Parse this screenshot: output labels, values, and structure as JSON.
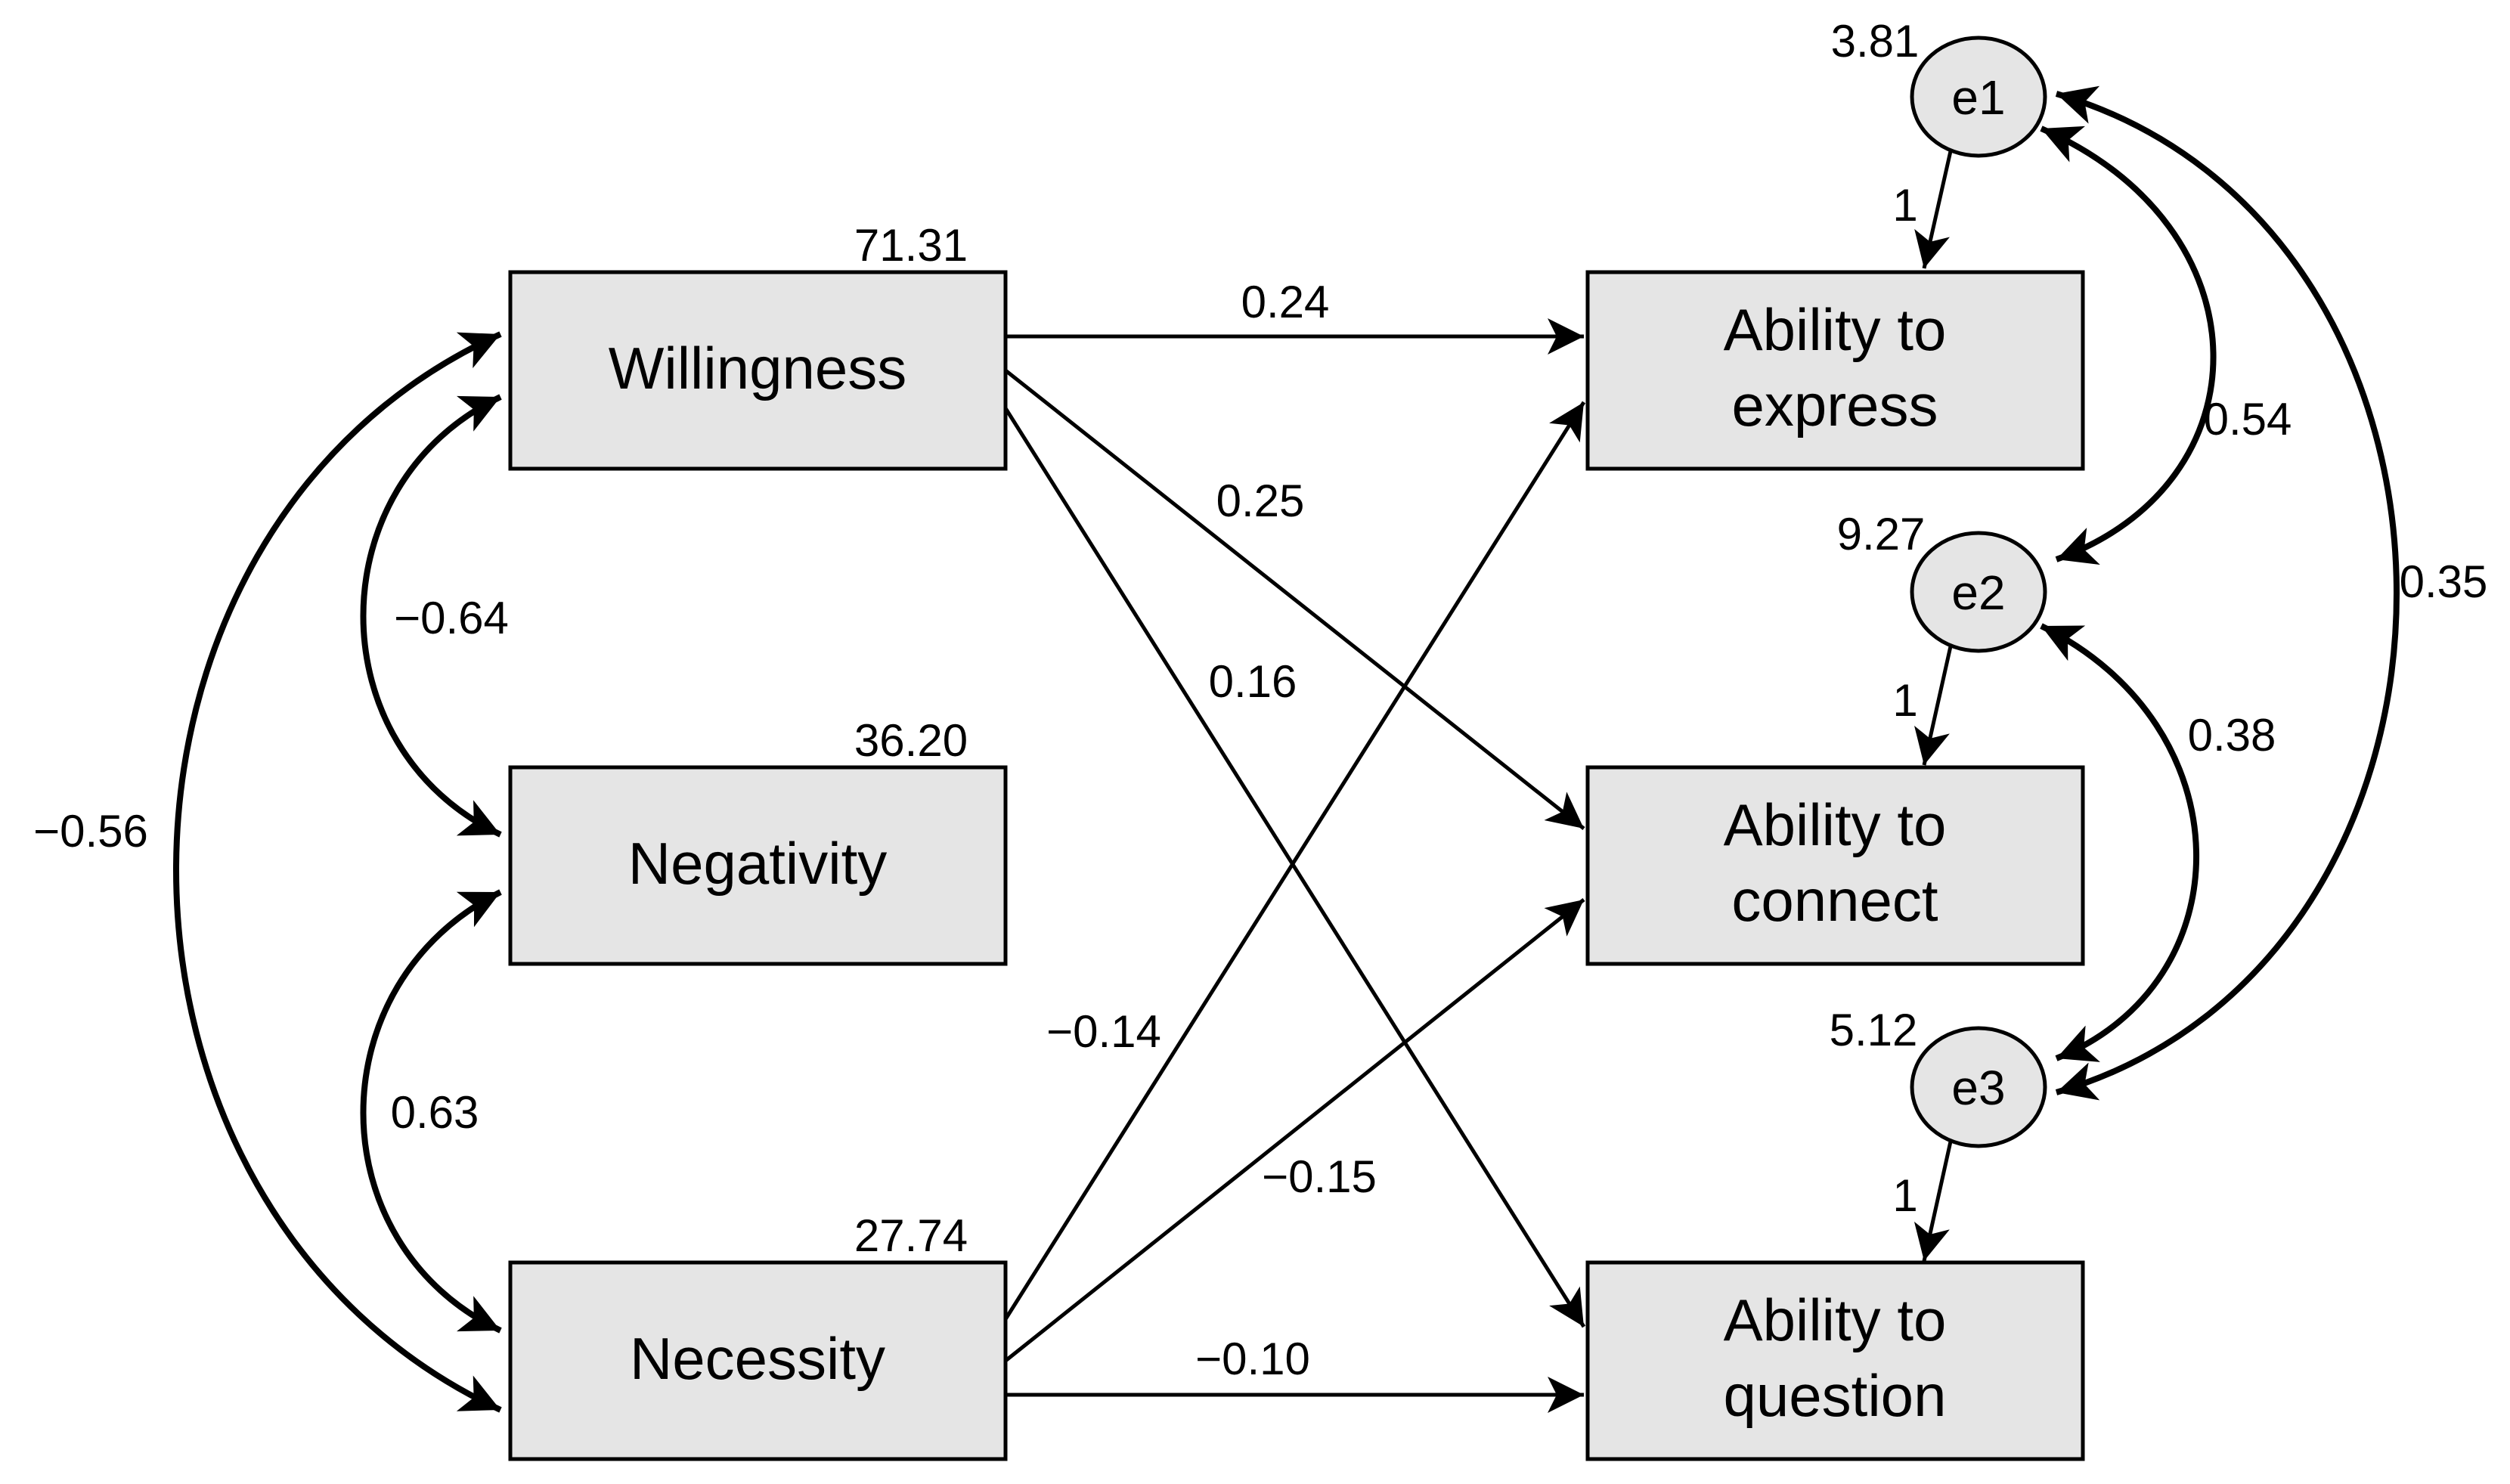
{
  "nodes": {
    "willingness": {
      "label": "Willingness",
      "value": "71.31"
    },
    "negativity": {
      "label": "Negativity",
      "value": "36.20"
    },
    "necessity": {
      "label": "Necessity",
      "value": "27.74"
    },
    "express": {
      "label_line1": "Ability to",
      "label_line2": "express"
    },
    "connect": {
      "label_line1": "Ability to",
      "label_line2": "connect"
    },
    "question": {
      "label_line1": "Ability to",
      "label_line2": "question"
    }
  },
  "errors": {
    "e1": {
      "label": "e1",
      "variance": "3.81",
      "loading": "1"
    },
    "e2": {
      "label": "e2",
      "variance": "9.27",
      "loading": "1"
    },
    "e3": {
      "label": "e3",
      "variance": "5.12",
      "loading": "1"
    }
  },
  "paths": {
    "willingness_express": "0.24",
    "willingness_connect": "0.25",
    "willingness_question": "0.16",
    "necessity_express": "−0.14",
    "necessity_connect": "−0.15",
    "necessity_question": "−0.10"
  },
  "covariances": {
    "willingness_negativity": "−0.64",
    "negativity_necessity": "0.63",
    "willingness_necessity": "−0.56",
    "e1_e2": "0.54",
    "e2_e3": "0.38",
    "e1_e3": "0.35"
  }
}
